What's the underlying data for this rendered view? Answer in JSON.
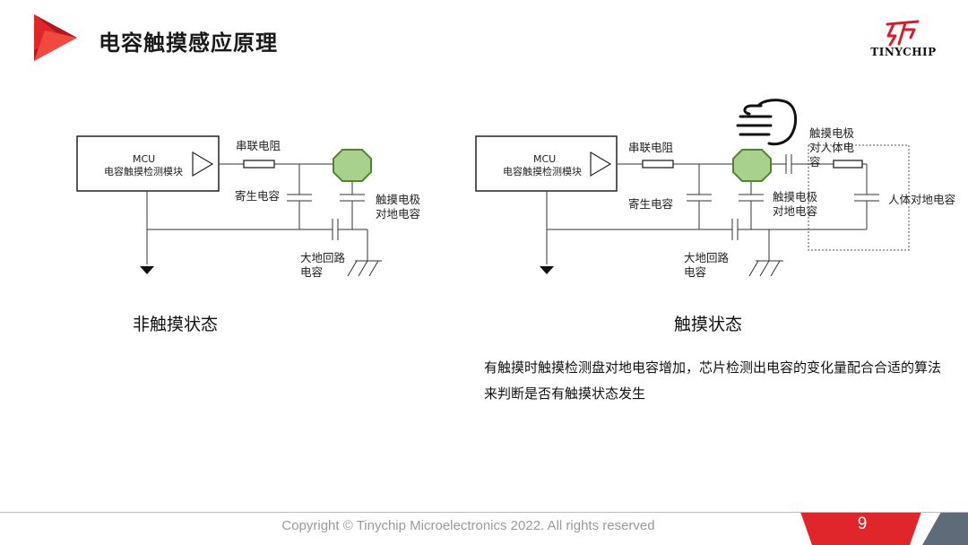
{
  "header": {
    "title": "电容触摸感应原理",
    "logo_text": "TINYCHIP"
  },
  "diagram_left": {
    "mcu_line1": "MCU",
    "mcu_line2": "电容触摸检测模块",
    "series_resistor": "串联电阻",
    "parasitic_cap": "寄生电容",
    "electrode_cap_line1": "触摸电极",
    "electrode_cap_line2": "对地电容",
    "ground_loop_line1": "大地回路",
    "ground_loop_line2": "电容",
    "caption": "非触摸状态"
  },
  "diagram_right": {
    "mcu_line1": "MCU",
    "mcu_line2": "电容触摸检测模块",
    "series_resistor": "串联电阻",
    "parasitic_cap": "寄生电容",
    "electrode_cap_line1": "触摸电极",
    "electrode_cap_line2": "对地电容",
    "body_cap_line1": "触摸电极",
    "body_cap_line2": "对人体电",
    "body_cap_line3": "容",
    "human_ground_cap": "人体对地电容",
    "ground_loop_line1": "大地回路",
    "ground_loop_line2": "电容",
    "caption": "触摸状态"
  },
  "description": "有触摸时触摸检测盘对地电容增加，芯片检测出电容的变化量配合合适的算法来判断是否有触摸状态发生",
  "footer": {
    "copyright": "Copyright © Tinychip Microelectronics 2022. All rights reserved",
    "page_number": "9"
  },
  "colors": {
    "brand_red": "#e0262b",
    "electrode_green": "#a9d18e",
    "electrode_stroke": "#548235",
    "footer_gray": "#5f6b78"
  }
}
